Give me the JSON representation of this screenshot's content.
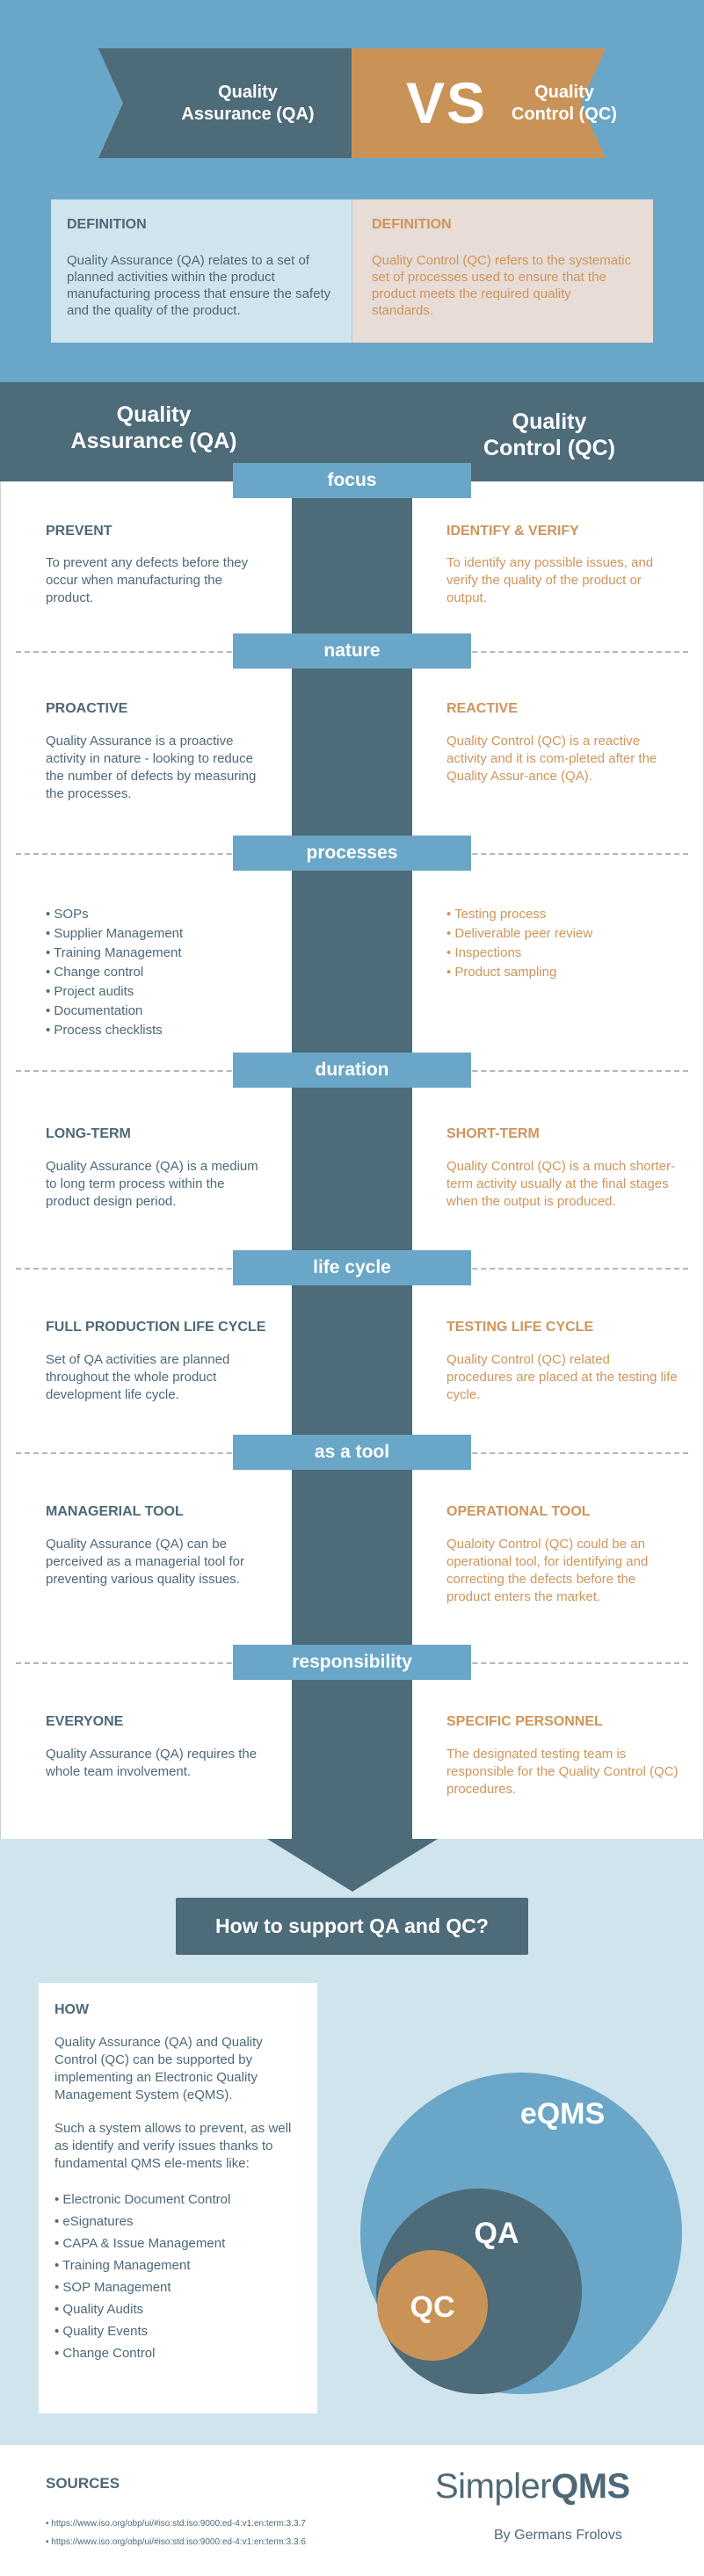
{
  "header": {
    "qa_label": "Quality\nAssurance (QA)",
    "vs": "VS",
    "qc_label": "Quality\nControl (QC)",
    "colors": {
      "background": "#6aa6c7",
      "qa": "#4d6b79",
      "qc": "#c99358"
    }
  },
  "definitions": {
    "qa": {
      "title": "DEFINITION",
      "text": "Quality Assurance (QA) relates to a set of planned activities within the product manufacturing process that ensure the safety and the quality of the product."
    },
    "qc": {
      "title": "DEFINITION",
      "text": "Quality Control (QC) refers to the systematic set of processes used to ensure that the product meets the required quality standards."
    }
  },
  "columns": {
    "qa": "Quality\nAssurance (QA)",
    "qc": "Quality\nControl (QC)"
  },
  "sections": [
    {
      "category": "focus",
      "qa": {
        "title": "PREVENT",
        "text": "To prevent any defects before they occur when manufacturing the product."
      },
      "qc": {
        "title": "IDENTIFY & VERIFY",
        "text": "To identify any possible issues, and verify the quality of the product or output."
      }
    },
    {
      "category": "nature",
      "qa": {
        "title": "PROACTIVE",
        "text": "Quality Assurance is a proactive activity in nature - looking to reduce the number of defects by measuring the processes."
      },
      "qc": {
        "title": "REACTIVE",
        "text": "Quality Control (QC) is a reactive activity and it is com-pleted after the Quality Assur-ance (QA)."
      }
    },
    {
      "category": "processes",
      "qa_list": [
        "• SOPs",
        "• Supplier Management",
        "• Training Management",
        "• Change control",
        "• Project audits",
        "• Documentation",
        "• Process checklists"
      ],
      "qc_list": [
        "• Testing process",
        "• Deliverable peer review",
        "• Inspections",
        "• Product sampling"
      ]
    },
    {
      "category": "duration",
      "qa": {
        "title": "LONG-TERM",
        "text": "Quality Assurance (QA) is a medium to long term process within the product design period."
      },
      "qc": {
        "title": "SHORT-TERM",
        "text": "Quality Control (QC) is a much shorter-term activity usually at the final stages when the output is produced."
      }
    },
    {
      "category": "life cycle",
      "qa": {
        "title": "FULL PRODUCTION LIFE CYCLE",
        "text": "Set of QA activities are planned throughout the whole product development life cycle."
      },
      "qc": {
        "title": "TESTING LIFE CYCLE",
        "text": "Quality Control (QC) related procedures are placed at the testing life cycle."
      }
    },
    {
      "category": "as a tool",
      "qa": {
        "title": "MANAGERIAL TOOL",
        "text": "Quality Assurance (QA) can be perceived as a managerial tool for preventing various quality issues."
      },
      "qc": {
        "title": "OPERATIONAL TOOL",
        "text": "Qualoity Control (QC) could be an operational tool, for identifying and correcting the defects before the product enters the market."
      }
    },
    {
      "category": "responsibility",
      "qa": {
        "title": "EVERYONE",
        "text": "Quality Assurance (QA) requires the whole team involvement."
      },
      "qc": {
        "title": "SPECIFIC PERSONNEL",
        "text": "The designated testing team is responsible for the Quality Control (QC) procedures."
      }
    }
  ],
  "support": {
    "title": "How to support QA and QC?",
    "how_title": "HOW",
    "paragraph1": "Quality Assurance (QA) and Quality Control (QC) can be supported by implementing an Electronic Quality Management System (eQMS).",
    "paragraph2": "Such a system allows to prevent, as well as identify and verify issues thanks to fundamental QMS ele-ments like:",
    "items": [
      "• Electronic Document Control",
      "• eSignatures",
      "• CAPA & Issue Management",
      "• Training Management",
      "• SOP Management",
      "• Quality Audits",
      "• Quality Events",
      "• Change Control"
    ],
    "venn": {
      "outer": "eQMS",
      "middle": "QA",
      "inner": "QC"
    }
  },
  "sources": {
    "title": "SOURCES",
    "items": [
      "• https://www.iso.org/obp/ui/#iso:std:iso:9000:ed-4:v1:en:term:3.3.7",
      "• https://www.iso.org/obp/ui/#iso:std:iso:9000:ed-4:v1:en:term:3.3.6"
    ]
  },
  "brand": {
    "logo_light": "Simpler",
    "logo_bold": "QMS",
    "byline": "By Germans Frolovs"
  }
}
